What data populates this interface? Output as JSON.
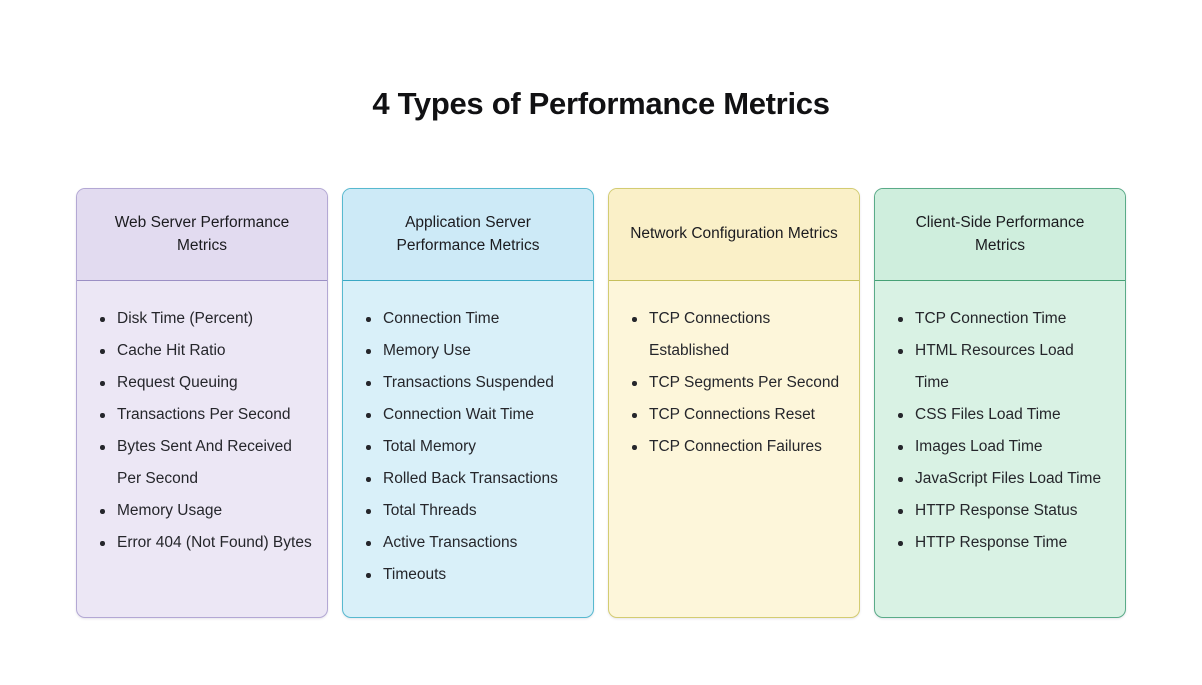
{
  "title": "4 Types of Performance Metrics",
  "colors": {
    "background": "#ffffff",
    "title_text": "#111113",
    "card1_bg": "#ece7f5",
    "card1_border": "#b3a8d4",
    "card2_bg": "#d9f0f9",
    "card2_border": "#57b9cf",
    "card3_bg": "#fdf6da",
    "card3_border": "#d3cc72",
    "card4_bg": "#d9f2e4",
    "card4_border": "#5aab88"
  },
  "cards": [
    {
      "heading": "Web Server Performance Metrics",
      "items": [
        "Disk Time (Percent)",
        "Cache Hit Ratio",
        "Request Queuing",
        "Transactions Per Second",
        "Bytes Sent And Received Per Second",
        "Memory Usage",
        "Error 404 (Not Found) Bytes"
      ]
    },
    {
      "heading": "Application Server Performance Metrics",
      "items": [
        "Connection Time",
        "Memory Use",
        "Transactions Suspended",
        "Connection Wait Time",
        "Total Memory",
        "Rolled Back Transactions",
        "Total Threads",
        "Active Transactions",
        "Timeouts"
      ]
    },
    {
      "heading": "Network Configuration Metrics",
      "items": [
        "TCP Connections Established",
        "TCP Segments Per Second",
        "TCP Connections Reset",
        "TCP Connection Failures"
      ]
    },
    {
      "heading": "Client-Side Performance Metrics",
      "items": [
        "TCP Connection Time",
        "HTML Resources Load Time",
        "CSS Files Load Time",
        "Images Load Time",
        "JavaScript Files Load Time",
        "HTTP Response Status",
        "HTTP Response Time"
      ]
    }
  ]
}
